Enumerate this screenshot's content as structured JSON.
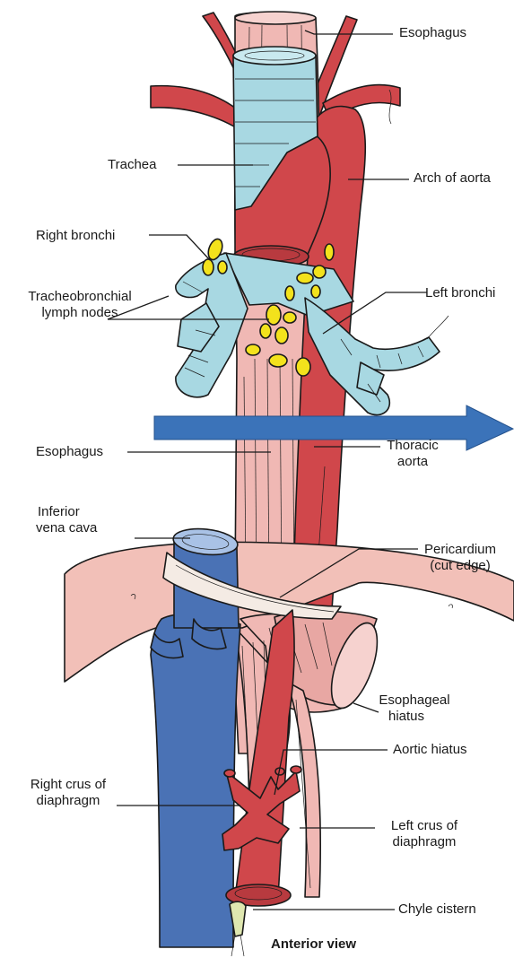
{
  "labels": {
    "esophagus_top": "Esophagus",
    "trachea": "Trachea",
    "arch_of_aorta": "Arch of aorta",
    "right_bronchi": "Right bronchi",
    "tracheobronchial_line1": "Tracheobronchial",
    "tracheobronchial_line2": "lymph nodes",
    "left_bronchi": "Left bronchi",
    "esophagus_mid": "Esophagus",
    "thoracic_aorta_line1": "Thoracic",
    "thoracic_aorta_line2": "aorta",
    "inferior_vena_cava_line1": "Inferior",
    "inferior_vena_cava_line2": "vena cava",
    "pericardium_line1": "Pericardium",
    "pericardium_line2": "(cut edge)",
    "esophageal_hiatus_line1": "Esophageal",
    "esophageal_hiatus_line2": "hiatus",
    "aortic_hiatus": "Aortic hiatus",
    "right_crus_line1": "Right crus of",
    "right_crus_line2": "diaphragm",
    "left_crus_line1": "Left crus of",
    "left_crus_line2": "diaphragm",
    "chyle_cistern": "Chyle cistern",
    "view": "Anterior view"
  },
  "colors": {
    "esophagus": "#f0b8b4",
    "aorta": "#d0474b",
    "trachea": "#a8d8e2",
    "lymph_nodes": "#f3e21c",
    "vena_cava": "#4a72b5",
    "diaphragm": "#f2c0b8",
    "pericardium": "#f4ebe4",
    "arrow": "#3b73b9"
  }
}
